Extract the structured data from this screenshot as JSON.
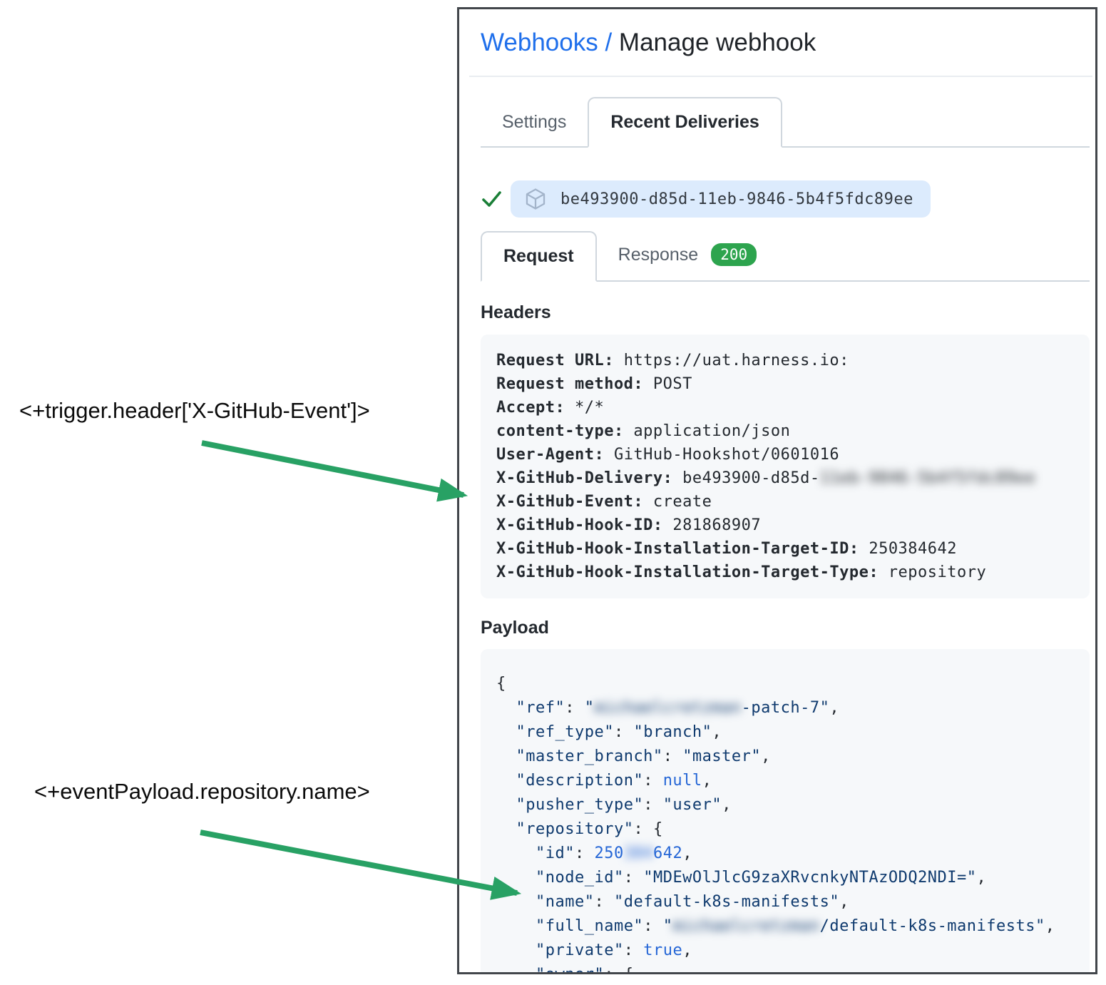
{
  "annotations": {
    "trigger_header_expression": "<+trigger.header['X-GitHub-Event']>",
    "event_payload_expression": "<+eventPayload.repository.name>"
  },
  "breadcrumb": {
    "link": "Webhooks",
    "separator": " / ",
    "current": "Manage webhook"
  },
  "tabs": {
    "settings": "Settings",
    "recent_deliveries": "Recent Deliveries"
  },
  "delivery": {
    "guid": "be493900-d85d-11eb-9846-5b4f5fdc89ee",
    "status_icon": "check-icon",
    "item_icon": "package-icon"
  },
  "subtabs": {
    "request": "Request",
    "response": "Response",
    "response_status": "200"
  },
  "headers_section": {
    "title": "Headers",
    "rows": [
      {
        "key": "Request URL:",
        "value": "https://uat.harness.io:"
      },
      {
        "key": "Request method:",
        "value": "POST"
      },
      {
        "key": "Accept:",
        "value": "*/*"
      },
      {
        "key": "content-type:",
        "value": "application/json"
      },
      {
        "key": "User-Agent:",
        "value": "GitHub-Hookshot/0601016"
      },
      {
        "key": "X-GitHub-Delivery:",
        "value": "be493900-d85d-",
        "redacted": "11eb-9846-5b4f5fdc89ee"
      },
      {
        "key": "X-GitHub-Event:",
        "value": "create"
      },
      {
        "key": "X-GitHub-Hook-ID:",
        "value": "281868907"
      },
      {
        "key": "X-GitHub-Hook-Installation-Target-ID:",
        "value": "250384642"
      },
      {
        "key": "X-GitHub-Hook-Installation-Target-Type:",
        "value": "repository"
      }
    ]
  },
  "payload_section": {
    "title": "Payload",
    "lines": [
      [
        {
          "t": "{",
          "c": "p"
        }
      ],
      [
        {
          "t": "  ",
          "c": "p"
        },
        {
          "t": "\"ref\"",
          "c": "s"
        },
        {
          "t": ": ",
          "c": "p"
        },
        {
          "t": "\"",
          "c": "s"
        },
        {
          "t": "michaelcretzman",
          "c": "sr"
        },
        {
          "t": "-patch-7\"",
          "c": "s"
        },
        {
          "t": ",",
          "c": "p"
        }
      ],
      [
        {
          "t": "  ",
          "c": "p"
        },
        {
          "t": "\"ref_type\"",
          "c": "s"
        },
        {
          "t": ": ",
          "c": "p"
        },
        {
          "t": "\"branch\"",
          "c": "s"
        },
        {
          "t": ",",
          "c": "p"
        }
      ],
      [
        {
          "t": "  ",
          "c": "p"
        },
        {
          "t": "\"master_branch\"",
          "c": "s"
        },
        {
          "t": ": ",
          "c": "p"
        },
        {
          "t": "\"master\"",
          "c": "s"
        },
        {
          "t": ",",
          "c": "p"
        }
      ],
      [
        {
          "t": "  ",
          "c": "p"
        },
        {
          "t": "\"description\"",
          "c": "s"
        },
        {
          "t": ": ",
          "c": "p"
        },
        {
          "t": "null",
          "c": "k"
        },
        {
          "t": ",",
          "c": "p"
        }
      ],
      [
        {
          "t": "  ",
          "c": "p"
        },
        {
          "t": "\"pusher_type\"",
          "c": "s"
        },
        {
          "t": ": ",
          "c": "p"
        },
        {
          "t": "\"user\"",
          "c": "s"
        },
        {
          "t": ",",
          "c": "p"
        }
      ],
      [
        {
          "t": "  ",
          "c": "p"
        },
        {
          "t": "\"repository\"",
          "c": "s"
        },
        {
          "t": ": {",
          "c": "p"
        }
      ],
      [
        {
          "t": "    ",
          "c": "p"
        },
        {
          "t": "\"id\"",
          "c": "s"
        },
        {
          "t": ": ",
          "c": "p"
        },
        {
          "t": "250",
          "c": "k"
        },
        {
          "t": "384",
          "c": "kr"
        },
        {
          "t": "642",
          "c": "k"
        },
        {
          "t": ",",
          "c": "p"
        }
      ],
      [
        {
          "t": "    ",
          "c": "p"
        },
        {
          "t": "\"node_id\"",
          "c": "s"
        },
        {
          "t": ": ",
          "c": "p"
        },
        {
          "t": "\"MDEwOlJlcG9zaXRvcnkyNTAzODQ2NDI=\"",
          "c": "s"
        },
        {
          "t": ",",
          "c": "p"
        }
      ],
      [
        {
          "t": "    ",
          "c": "p"
        },
        {
          "t": "\"name\"",
          "c": "s"
        },
        {
          "t": ": ",
          "c": "p"
        },
        {
          "t": "\"default-k8s-manifests\"",
          "c": "s"
        },
        {
          "t": ",",
          "c": "p"
        }
      ],
      [
        {
          "t": "    ",
          "c": "p"
        },
        {
          "t": "\"full_name\"",
          "c": "s"
        },
        {
          "t": ": ",
          "c": "p"
        },
        {
          "t": "\"",
          "c": "s"
        },
        {
          "t": "michaelcretzman",
          "c": "sr"
        },
        {
          "t": "/default-k8s-manifests\"",
          "c": "s"
        },
        {
          "t": ",",
          "c": "p"
        }
      ],
      [
        {
          "t": "    ",
          "c": "p"
        },
        {
          "t": "\"private\"",
          "c": "s"
        },
        {
          "t": ": ",
          "c": "p"
        },
        {
          "t": "true",
          "c": "k"
        },
        {
          "t": ",",
          "c": "p"
        }
      ],
      [
        {
          "t": "    ",
          "c": "p"
        },
        {
          "t": "\"owner\"",
          "c": "s"
        },
        {
          "t": ": {",
          "c": "p"
        }
      ]
    ]
  },
  "colors": {
    "link_blue": "#1f6feb",
    "badge_green": "#2da44e",
    "check_green": "#1a7f37",
    "arrow_green": "#28a164",
    "pill_background": "#dcebfd",
    "code_background": "#f6f8fa",
    "json_string": "#0f3a6e",
    "json_constant": "#2566d6"
  }
}
